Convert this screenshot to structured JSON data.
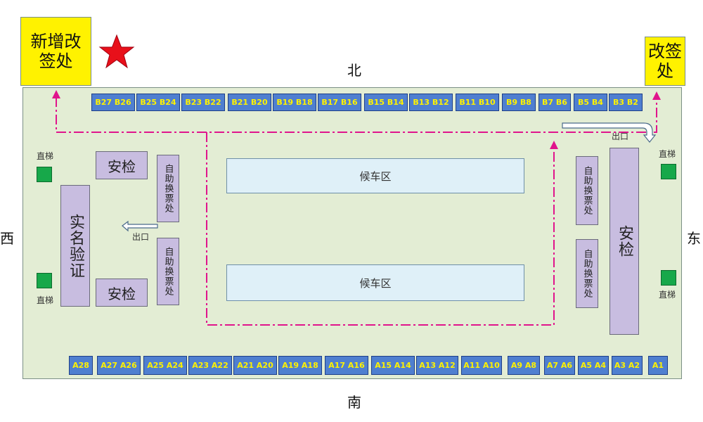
{
  "directions": {
    "north": "北",
    "south": "南",
    "west": "西",
    "east": "东"
  },
  "corner_west": "新增改签处",
  "corner_east": "改签处",
  "north_gates": [
    "B27 B26",
    "B25 B24",
    "B23 B22",
    "B21 B20",
    "B19 B18",
    "B17 B16",
    "B15 B14",
    "B13 B12",
    "B11 B10",
    "B9 B8",
    "B7 B6",
    "B5 B4",
    "B3 B2"
  ],
  "south_gates": [
    "A28",
    "A27 A26",
    "A25 A24",
    "A23 A22",
    "A21 A20",
    "A19 A18",
    "A17 A16",
    "A15 A14",
    "A13 A12",
    "A11 A10",
    "A9 A8",
    "A7 A6",
    "A5 A4",
    "A3 A2",
    "A1"
  ],
  "waiting_area": "候车区",
  "security": "安检",
  "self_service": "自助换票处",
  "real_name": "实名验证",
  "elevator": "直梯",
  "exit": "出口",
  "colors": {
    "gate_fill": "#4f7fd0",
    "gate_text": "#fff200",
    "hall": "#e3edd4",
    "corner": "#fff200",
    "route": "#e0148c",
    "star": "#e8101a",
    "elevator": "#17a84a"
  }
}
